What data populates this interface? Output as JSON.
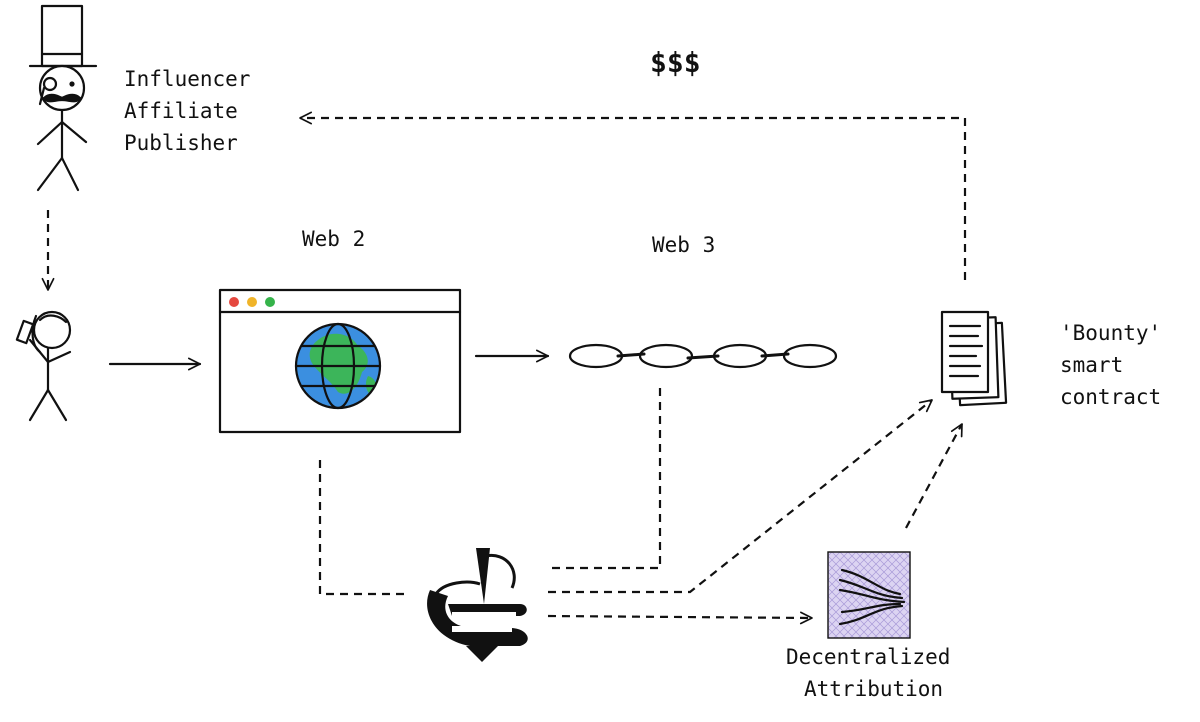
{
  "labels": {
    "money": "$$$",
    "influencer_line1": "Influencer",
    "influencer_line2": "Affiliate",
    "influencer_line3": "Publisher",
    "web2": "Web 2",
    "web3": "Web 3",
    "bounty_line1": "'Bounty'",
    "bounty_line2": "smart",
    "bounty_line3": "contract",
    "attribution_line1": "Decentralized",
    "attribution_line2": "Attribution"
  },
  "browser_dots": [
    "#e5483f",
    "#f0b429",
    "#35b34a"
  ],
  "colors": {
    "globe_ocean": "#3b8fe0",
    "globe_land": "#3cb55a",
    "attribution_fill": "#dcd4f2",
    "ink": "#111111"
  },
  "icons": {
    "influencer": "top-hat-person-icon",
    "user": "phone-user-icon",
    "browser": "browser-window-icon",
    "globe": "globe-icon",
    "chain": "chain-icon",
    "contract": "document-stack-icon",
    "spinning_top": "spinning-top-logo-icon",
    "attribution": "attribution-streams-icon"
  }
}
